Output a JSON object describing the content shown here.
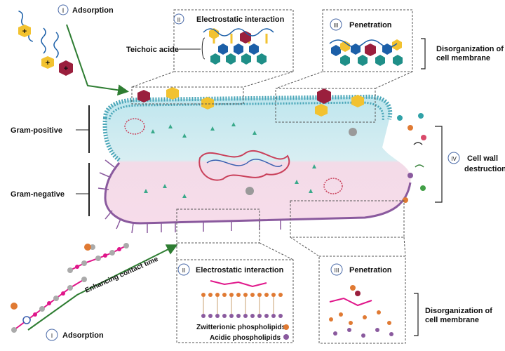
{
  "stages": {
    "adsorption_top": {
      "roman": "I",
      "label": "Adsorption"
    },
    "adsorption_bottom": {
      "roman": "I",
      "label": "Adsorption"
    },
    "electrostatic_top": {
      "roman": "II",
      "label": "Electrostatic interaction"
    },
    "electrostatic_bottom": {
      "roman": "II",
      "label": "Electrostatic interaction"
    },
    "penetration_top": {
      "roman": "III",
      "label": "Penetration"
    },
    "penetration_bottom": {
      "roman": "III",
      "label": "Penetration"
    },
    "cell_wall": {
      "roman": "IV",
      "label_line1": "Cell wall",
      "label_line2": "destruction"
    }
  },
  "labels": {
    "teichoic": "Teichoic acide",
    "gram_positive": "Gram-positive",
    "gram_negative": "Gram-negative",
    "disorg_top_line1": "Disorganization of",
    "disorg_top_line2": "cell membrane",
    "disorg_bottom_line1": "Disorganization of",
    "disorg_bottom_line2": "cell membrane",
    "enhancing": "Enhancing contact time",
    "zwitterionic": "Zwitterionic phospholipids",
    "acidic": "Acidic phospholipids"
  },
  "colors": {
    "gram_positive_fill": "#bfe6ee",
    "gram_negative_fill": "#f7dcea",
    "arrow_green": "#2e7d32",
    "peptide_yellow": "#f2c230",
    "peptide_red": "#9a1f3d",
    "hexagon_teal": "#1f8f88",
    "hexagon_blue": "#1b5fa8",
    "chain_magenta": "#e0168a",
    "membrane_purple": "#8a5a9e"
  }
}
